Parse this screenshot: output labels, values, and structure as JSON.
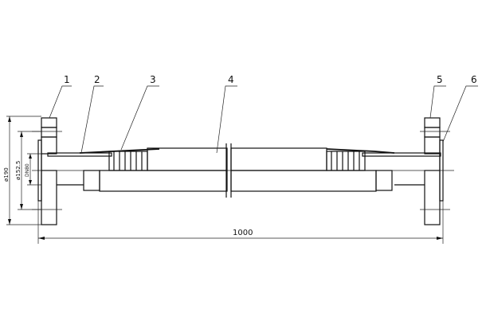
{
  "callouts": [
    "1",
    "2",
    "3",
    "4",
    "5",
    "6"
  ],
  "dimensions": {
    "length": "1000",
    "outer_diameter": "ø190",
    "bolt_circle": "ø152.5",
    "nominal_diameter": "DN80"
  }
}
